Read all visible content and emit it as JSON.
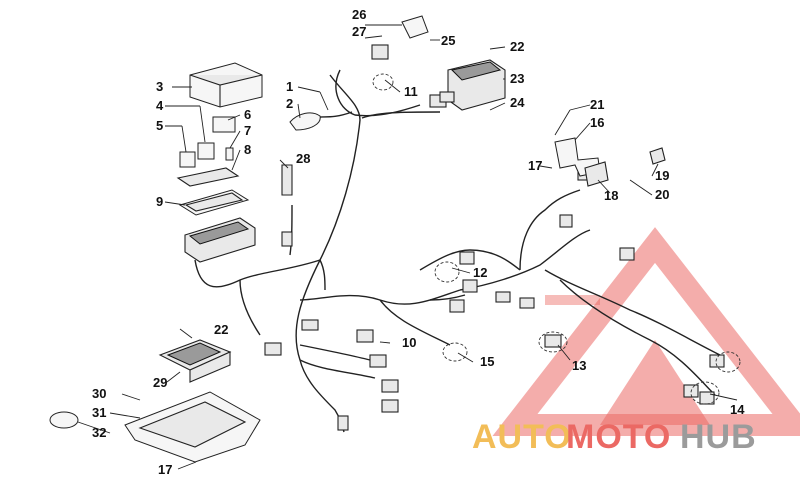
{
  "callouts": [
    {
      "id": "c1",
      "label": "1"
    },
    {
      "id": "c2",
      "label": "2"
    },
    {
      "id": "c3",
      "label": "3"
    },
    {
      "id": "c4",
      "label": "4"
    },
    {
      "id": "c5",
      "label": "5"
    },
    {
      "id": "c6",
      "label": "6"
    },
    {
      "id": "c7",
      "label": "7"
    },
    {
      "id": "c8",
      "label": "8"
    },
    {
      "id": "c9",
      "label": "9"
    },
    {
      "id": "c10",
      "label": "10"
    },
    {
      "id": "c11",
      "label": "11"
    },
    {
      "id": "c12",
      "label": "12"
    },
    {
      "id": "c13",
      "label": "13"
    },
    {
      "id": "c14",
      "label": "14"
    },
    {
      "id": "c15",
      "label": "15"
    },
    {
      "id": "c16",
      "label": "16"
    },
    {
      "id": "c17a",
      "label": "17"
    },
    {
      "id": "c17b",
      "label": "17"
    },
    {
      "id": "c18",
      "label": "18"
    },
    {
      "id": "c19",
      "label": "19"
    },
    {
      "id": "c20",
      "label": "20"
    },
    {
      "id": "c21",
      "label": "21"
    },
    {
      "id": "c22a",
      "label": "22"
    },
    {
      "id": "c22b",
      "label": "22"
    },
    {
      "id": "c23",
      "label": "23"
    },
    {
      "id": "c24",
      "label": "24"
    },
    {
      "id": "c25",
      "label": "25"
    },
    {
      "id": "c26",
      "label": "26"
    },
    {
      "id": "c27",
      "label": "27"
    },
    {
      "id": "c28",
      "label": "28"
    },
    {
      "id": "c29",
      "label": "29"
    },
    {
      "id": "c30",
      "label": "30"
    },
    {
      "id": "c31",
      "label": "31"
    },
    {
      "id": "c32",
      "label": "32"
    }
  ],
  "watermark": {
    "text_auto": "AUTO",
    "text_moto": "MOTO",
    "text_hub": "HUB",
    "color_auto": "#f0b23c",
    "color_moto": "#e8504a",
    "color_hub": "#8a8a8a",
    "triangle_color": "#e8504a"
  }
}
